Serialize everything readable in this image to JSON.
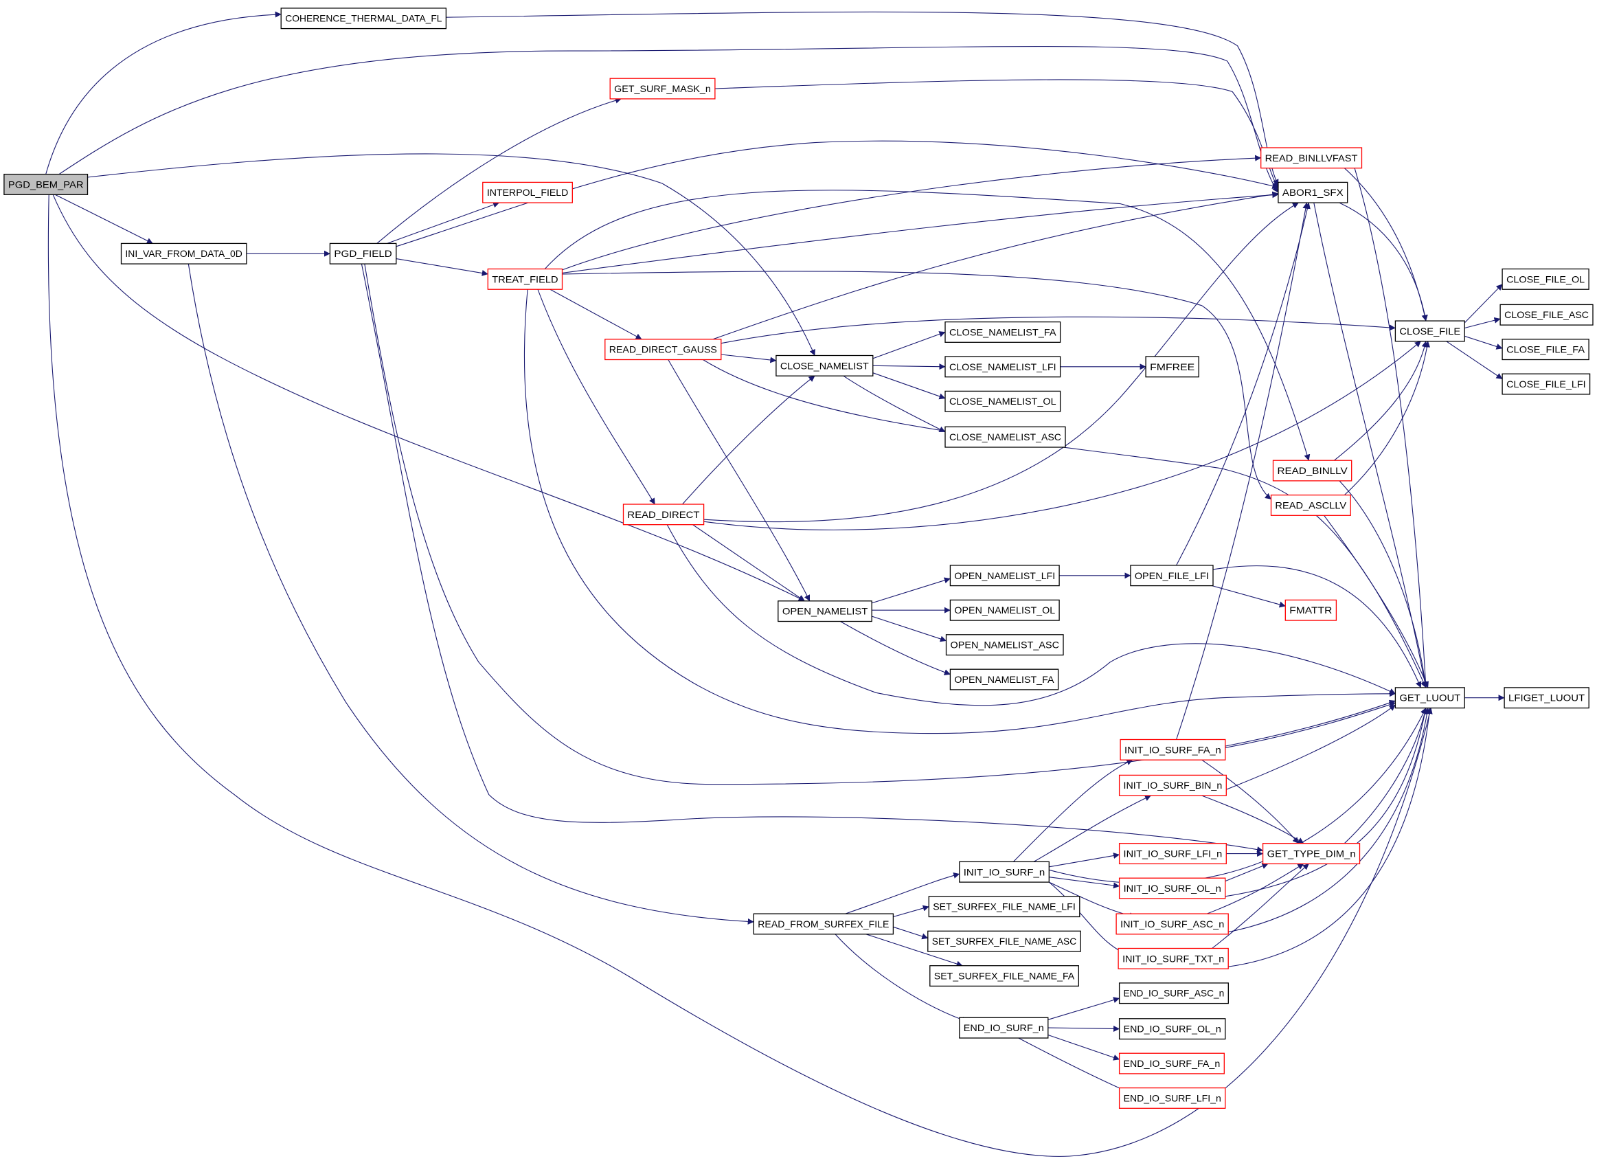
{
  "diagram": {
    "type": "call-graph",
    "colors": {
      "edge": "#191970",
      "node_border_default": "#000000",
      "node_border_truncated": "#ff0000",
      "root_fill": "#bfbfbf",
      "node_fill": "#ffffff",
      "text": "#000000"
    },
    "nodes": [
      {
        "id": "n_pgd_bem_par",
        "label": "PGD_BEM_PAR",
        "style": "root"
      },
      {
        "id": "n_coherence",
        "label": "COHERENCE_THERMAL_DATA_FL",
        "style": "normal"
      },
      {
        "id": "n_get_surf_mask",
        "label": "GET_SURF_MASK_n",
        "style": "truncated"
      },
      {
        "id": "n_interpol_field",
        "label": "INTERPOL_FIELD",
        "style": "truncated"
      },
      {
        "id": "n_ini_var",
        "label": "INI_VAR_FROM_DATA_0D",
        "style": "normal"
      },
      {
        "id": "n_pgd_field",
        "label": "PGD_FIELD",
        "style": "normal"
      },
      {
        "id": "n_treat_field",
        "label": "TREAT_FIELD",
        "style": "truncated"
      },
      {
        "id": "n_read_direct_gauss",
        "label": "READ_DIRECT_GAUSS",
        "style": "truncated"
      },
      {
        "id": "n_close_namelist",
        "label": "CLOSE_NAMELIST",
        "style": "normal"
      },
      {
        "id": "n_close_namelist_fa",
        "label": "CLOSE_NAMELIST_FA",
        "style": "normal"
      },
      {
        "id": "n_close_namelist_lfi",
        "label": "CLOSE_NAMELIST_LFI",
        "style": "normal"
      },
      {
        "id": "n_fmfree",
        "label": "FMFREE",
        "style": "normal"
      },
      {
        "id": "n_close_namelist_ol",
        "label": "CLOSE_NAMELIST_OL",
        "style": "normal"
      },
      {
        "id": "n_close_namelist_asc",
        "label": "CLOSE_NAMELIST_ASC",
        "style": "normal"
      },
      {
        "id": "n_read_direct",
        "label": "READ_DIRECT",
        "style": "truncated"
      },
      {
        "id": "n_open_namelist",
        "label": "OPEN_NAMELIST",
        "style": "normal"
      },
      {
        "id": "n_open_namelist_lfi",
        "label": "OPEN_NAMELIST_LFI",
        "style": "normal"
      },
      {
        "id": "n_open_file_lfi",
        "label": "OPEN_FILE_LFI",
        "style": "normal"
      },
      {
        "id": "n_fmattr",
        "label": "FMATTR",
        "style": "truncated"
      },
      {
        "id": "n_open_namelist_ol",
        "label": "OPEN_NAMELIST_OL",
        "style": "normal"
      },
      {
        "id": "n_open_namelist_asc",
        "label": "OPEN_NAMELIST_ASC",
        "style": "normal"
      },
      {
        "id": "n_open_namelist_fa",
        "label": "OPEN_NAMELIST_FA",
        "style": "normal"
      },
      {
        "id": "n_read_binllvfast",
        "label": "READ_BINLLVFAST",
        "style": "truncated"
      },
      {
        "id": "n_abor1_sfx",
        "label": "ABOR1_SFX",
        "style": "normal"
      },
      {
        "id": "n_close_file",
        "label": "CLOSE_FILE",
        "style": "normal"
      },
      {
        "id": "n_close_file_ol",
        "label": "CLOSE_FILE_OL",
        "style": "normal"
      },
      {
        "id": "n_close_file_asc",
        "label": "CLOSE_FILE_ASC",
        "style": "normal"
      },
      {
        "id": "n_close_file_fa",
        "label": "CLOSE_FILE_FA",
        "style": "normal"
      },
      {
        "id": "n_close_file_lfi",
        "label": "CLOSE_FILE_LFI",
        "style": "normal"
      },
      {
        "id": "n_read_binllv",
        "label": "READ_BINLLV",
        "style": "truncated"
      },
      {
        "id": "n_read_ascllv",
        "label": "READ_ASCLLV",
        "style": "truncated"
      },
      {
        "id": "n_get_luout",
        "label": "GET_LUOUT",
        "style": "normal"
      },
      {
        "id": "n_lfiget_luout",
        "label": "LFIGET_LUOUT",
        "style": "normal"
      },
      {
        "id": "n_init_io_surf_fa",
        "label": "INIT_IO_SURF_FA_n",
        "style": "truncated"
      },
      {
        "id": "n_init_io_surf_bin",
        "label": "INIT_IO_SURF_BIN_n",
        "style": "truncated"
      },
      {
        "id": "n_init_io_surf_lfi",
        "label": "INIT_IO_SURF_LFI_n",
        "style": "truncated"
      },
      {
        "id": "n_get_type_dim",
        "label": "GET_TYPE_DIM_n",
        "style": "truncated"
      },
      {
        "id": "n_init_io_surf",
        "label": "INIT_IO_SURF_n",
        "style": "normal"
      },
      {
        "id": "n_init_io_surf_ol",
        "label": "INIT_IO_SURF_OL_n",
        "style": "truncated"
      },
      {
        "id": "n_init_io_surf_asc",
        "label": "INIT_IO_SURF_ASC_n",
        "style": "truncated"
      },
      {
        "id": "n_init_io_surf_txt",
        "label": "INIT_IO_SURF_TXT_n",
        "style": "truncated"
      },
      {
        "id": "n_read_from_surfex_file",
        "label": "READ_FROM_SURFEX_FILE",
        "style": "normal"
      },
      {
        "id": "n_set_surfex_lfi",
        "label": "SET_SURFEX_FILE_NAME_LFI",
        "style": "normal"
      },
      {
        "id": "n_set_surfex_asc",
        "label": "SET_SURFEX_FILE_NAME_ASC",
        "style": "normal"
      },
      {
        "id": "n_set_surfex_fa",
        "label": "SET_SURFEX_FILE_NAME_FA",
        "style": "normal"
      },
      {
        "id": "n_end_io_surf",
        "label": "END_IO_SURF_n",
        "style": "normal"
      },
      {
        "id": "n_end_io_surf_asc",
        "label": "END_IO_SURF_ASC_n",
        "style": "normal"
      },
      {
        "id": "n_end_io_surf_ol",
        "label": "END_IO_SURF_OL_n",
        "style": "normal"
      },
      {
        "id": "n_end_io_surf_fa",
        "label": "END_IO_SURF_FA_n",
        "style": "truncated"
      },
      {
        "id": "n_end_io_surf_lfi",
        "label": "END_IO_SURF_LFI_n",
        "style": "truncated"
      }
    ],
    "edges": [
      {
        "from": "n_pgd_bem_par",
        "to": "n_coherence"
      },
      {
        "from": "n_pgd_bem_par",
        "to": "n_abor1_sfx"
      },
      {
        "from": "n_pgd_bem_par",
        "to": "n_close_namelist"
      },
      {
        "from": "n_pgd_bem_par",
        "to": "n_ini_var"
      },
      {
        "from": "n_pgd_bem_par",
        "to": "n_open_namelist"
      },
      {
        "from": "n_pgd_bem_par",
        "to": "n_get_luout"
      },
      {
        "from": "n_coherence",
        "to": "n_abor1_sfx"
      },
      {
        "from": "n_ini_var",
        "to": "n_pgd_field"
      },
      {
        "from": "n_ini_var",
        "to": "n_read_from_surfex_file"
      },
      {
        "from": "n_pgd_field",
        "to": "n_get_surf_mask"
      },
      {
        "from": "n_pgd_field",
        "to": "n_interpol_field"
      },
      {
        "from": "n_pgd_field",
        "to": "n_treat_field"
      },
      {
        "from": "n_pgd_field",
        "to": "n_abor1_sfx"
      },
      {
        "from": "n_pgd_field",
        "to": "n_get_luout"
      },
      {
        "from": "n_pgd_field",
        "to": "n_get_type_dim"
      },
      {
        "from": "n_get_surf_mask",
        "to": "n_abor1_sfx"
      },
      {
        "from": "n_treat_field",
        "to": "n_read_binllvfast"
      },
      {
        "from": "n_treat_field",
        "to": "n_abor1_sfx"
      },
      {
        "from": "n_treat_field",
        "to": "n_read_binllv"
      },
      {
        "from": "n_treat_field",
        "to": "n_read_ascllv"
      },
      {
        "from": "n_treat_field",
        "to": "n_read_direct_gauss"
      },
      {
        "from": "n_treat_field",
        "to": "n_read_direct"
      },
      {
        "from": "n_treat_field",
        "to": "n_get_luout"
      },
      {
        "from": "n_read_direct_gauss",
        "to": "n_close_namelist"
      },
      {
        "from": "n_read_direct_gauss",
        "to": "n_abor1_sfx"
      },
      {
        "from": "n_read_direct_gauss",
        "to": "n_close_file"
      },
      {
        "from": "n_read_direct_gauss",
        "to": "n_open_namelist"
      },
      {
        "from": "n_read_direct_gauss",
        "to": "n_get_luout"
      },
      {
        "from": "n_read_direct",
        "to": "n_close_namelist"
      },
      {
        "from": "n_read_direct",
        "to": "n_open_namelist"
      },
      {
        "from": "n_read_direct",
        "to": "n_abor1_sfx"
      },
      {
        "from": "n_read_direct",
        "to": "n_close_file"
      },
      {
        "from": "n_read_direct",
        "to": "n_get_luout"
      },
      {
        "from": "n_close_namelist",
        "to": "n_close_namelist_fa"
      },
      {
        "from": "n_close_namelist",
        "to": "n_close_namelist_lfi"
      },
      {
        "from": "n_close_namelist",
        "to": "n_close_namelist_ol"
      },
      {
        "from": "n_close_namelist",
        "to": "n_close_namelist_asc"
      },
      {
        "from": "n_close_namelist_lfi",
        "to": "n_fmfree"
      },
      {
        "from": "n_open_namelist",
        "to": "n_open_namelist_lfi"
      },
      {
        "from": "n_open_namelist",
        "to": "n_open_namelist_ol"
      },
      {
        "from": "n_open_namelist",
        "to": "n_open_namelist_asc"
      },
      {
        "from": "n_open_namelist",
        "to": "n_open_namelist_fa"
      },
      {
        "from": "n_open_namelist_lfi",
        "to": "n_open_file_lfi"
      },
      {
        "from": "n_open_file_lfi",
        "to": "n_fmattr"
      },
      {
        "from": "n_open_file_lfi",
        "to": "n_abor1_sfx"
      },
      {
        "from": "n_open_file_lfi",
        "to": "n_get_luout"
      },
      {
        "from": "n_read_binllvfast",
        "to": "n_close_file"
      },
      {
        "from": "n_read_binllvfast",
        "to": "n_get_luout"
      },
      {
        "from": "n_abor1_sfx",
        "to": "n_close_file"
      },
      {
        "from": "n_abor1_sfx",
        "to": "n_get_luout"
      },
      {
        "from": "n_close_file",
        "to": "n_close_file_ol"
      },
      {
        "from": "n_close_file",
        "to": "n_close_file_asc"
      },
      {
        "from": "n_close_file",
        "to": "n_close_file_fa"
      },
      {
        "from": "n_close_file",
        "to": "n_close_file_lfi"
      },
      {
        "from": "n_read_binllv",
        "to": "n_close_file"
      },
      {
        "from": "n_read_binllv",
        "to": "n_get_luout"
      },
      {
        "from": "n_read_ascllv",
        "to": "n_close_file"
      },
      {
        "from": "n_read_ascllv",
        "to": "n_get_luout"
      },
      {
        "from": "n_get_luout",
        "to": "n_lfiget_luout"
      },
      {
        "from": "n_read_from_surfex_file",
        "to": "n_init_io_surf"
      },
      {
        "from": "n_read_from_surfex_file",
        "to": "n_set_surfex_lfi"
      },
      {
        "from": "n_read_from_surfex_file",
        "to": "n_set_surfex_asc"
      },
      {
        "from": "n_read_from_surfex_file",
        "to": "n_set_surfex_fa"
      },
      {
        "from": "n_read_from_surfex_file",
        "to": "n_end_io_surf"
      },
      {
        "from": "n_init_io_surf",
        "to": "n_init_io_surf_fa"
      },
      {
        "from": "n_init_io_surf",
        "to": "n_init_io_surf_bin"
      },
      {
        "from": "n_init_io_surf",
        "to": "n_init_io_surf_lfi"
      },
      {
        "from": "n_init_io_surf",
        "to": "n_init_io_surf_ol"
      },
      {
        "from": "n_init_io_surf",
        "to": "n_init_io_surf_asc"
      },
      {
        "from": "n_init_io_surf",
        "to": "n_init_io_surf_txt"
      },
      {
        "from": "n_init_io_surf",
        "to": "n_get_luout"
      },
      {
        "from": "n_init_io_surf_fa",
        "to": "n_abor1_sfx"
      },
      {
        "from": "n_init_io_surf_fa",
        "to": "n_get_luout"
      },
      {
        "from": "n_init_io_surf_fa",
        "to": "n_get_type_dim"
      },
      {
        "from": "n_init_io_surf_bin",
        "to": "n_get_luout"
      },
      {
        "from": "n_init_io_surf_bin",
        "to": "n_get_type_dim"
      },
      {
        "from": "n_init_io_surf_lfi",
        "to": "n_get_type_dim"
      },
      {
        "from": "n_init_io_surf_ol",
        "to": "n_get_type_dim"
      },
      {
        "from": "n_init_io_surf_ol",
        "to": "n_get_luout"
      },
      {
        "from": "n_init_io_surf_asc",
        "to": "n_get_type_dim"
      },
      {
        "from": "n_init_io_surf_asc",
        "to": "n_get_luout"
      },
      {
        "from": "n_init_io_surf_txt",
        "to": "n_get_type_dim"
      },
      {
        "from": "n_init_io_surf_txt",
        "to": "n_get_luout"
      },
      {
        "from": "n_get_type_dim",
        "to": "n_get_luout"
      },
      {
        "from": "n_end_io_surf",
        "to": "n_end_io_surf_asc"
      },
      {
        "from": "n_end_io_surf",
        "to": "n_end_io_surf_ol"
      },
      {
        "from": "n_end_io_surf",
        "to": "n_end_io_surf_fa"
      },
      {
        "from": "n_end_io_surf",
        "to": "n_end_io_surf_lfi"
      }
    ]
  }
}
